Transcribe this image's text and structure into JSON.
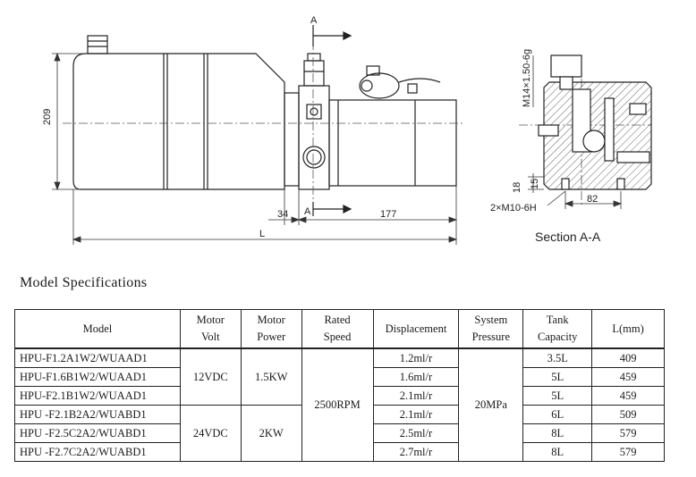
{
  "drawing": {
    "height_dim": "209",
    "offset_dim": "34",
    "motor_dim": "177",
    "length_dim": "L",
    "section_marker": "A",
    "thread_top": "M14×1.50-6g",
    "dim_18": "18",
    "dim_15": "15",
    "dim_82": "82",
    "thread_bottom": "2×M10-6H",
    "section_caption": "Section A-A"
  },
  "heading": "Model  Specifications",
  "table": {
    "headers": [
      [
        "Model"
      ],
      [
        "Motor",
        "Volt"
      ],
      [
        "Motor",
        "Power"
      ],
      [
        "Rated",
        "Speed"
      ],
      [
        "Displacement"
      ],
      [
        "System",
        "Pressure"
      ],
      [
        "Tank",
        "Capacity"
      ],
      [
        "L(mm)"
      ]
    ],
    "rows": [
      {
        "model": "HPU-F1.2A1W2/WUAAD1",
        "displacement": "1.2ml/r",
        "tank": "3.5L",
        "l": "409"
      },
      {
        "model": "HPU-F1.6B1W2/WUAAD1",
        "displacement": "1.6ml/r",
        "tank": "5L",
        "l": "459"
      },
      {
        "model": "HPU-F2.1B1W2/WUAAD1",
        "displacement": "2.1ml/r",
        "tank": "5L",
        "l": "459"
      },
      {
        "model": "HPU -F2.1B2A2/WUABD1",
        "displacement": "2.1ml/r",
        "tank": "6L",
        "l": "509"
      },
      {
        "model": "HPU -F2.5C2A2/WUABD1",
        "displacement": "2.5ml/r",
        "tank": "8L",
        "l": "579"
      },
      {
        "model": "HPU -F2.7C2A2/WUABD1",
        "displacement": "2.7ml/r",
        "tank": "8L",
        "l": "579"
      }
    ],
    "groups": {
      "volt": [
        "12VDC",
        "24VDC"
      ],
      "power": [
        "1.5KW",
        "2KW"
      ],
      "speed": "2500RPM",
      "pressure": "20MPa"
    }
  }
}
